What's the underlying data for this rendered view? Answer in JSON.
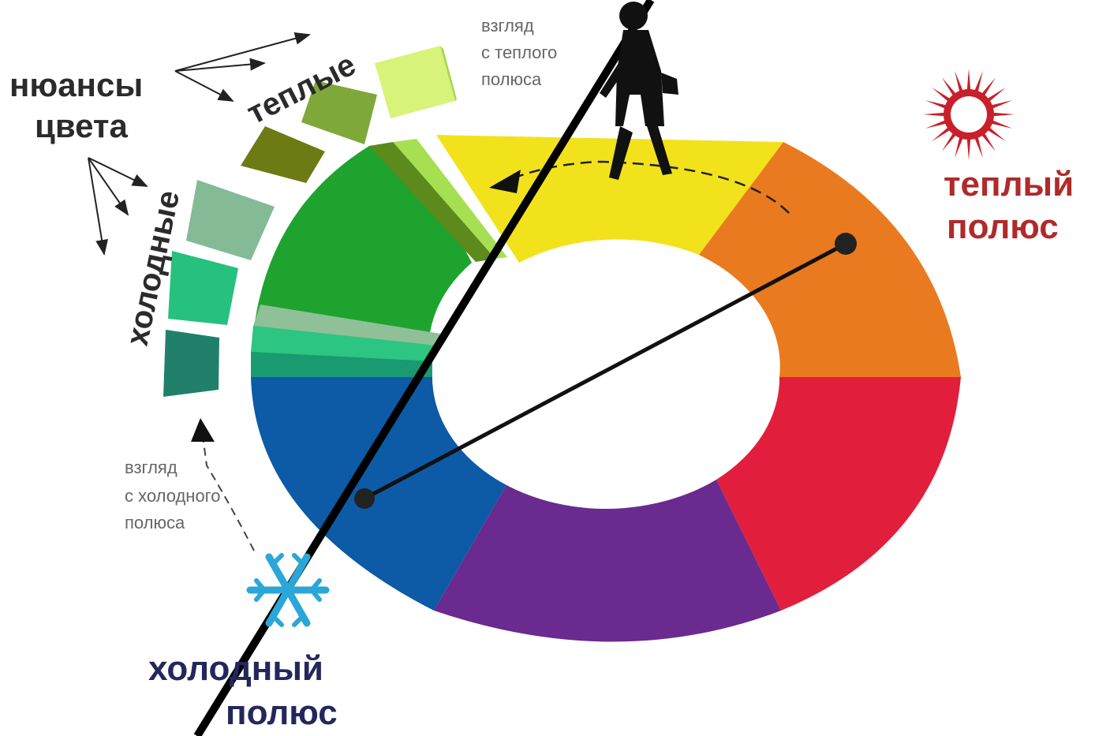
{
  "labels": {
    "nuances_line1": "нюансы",
    "nuances_line2": "цвета",
    "warm_arc": "теплые",
    "cold_arc": "холодные",
    "view_warm_1": "взгляд",
    "view_warm_2": "с теплого",
    "view_warm_3": "полюса",
    "view_cold_1": "взгляд",
    "view_cold_2": "с холодного",
    "view_cold_3": "полюса",
    "warm_pole_1": "теплый",
    "warm_pole_2": "полюс",
    "cold_pole_1": "холодный",
    "cold_pole_2": "полюс"
  },
  "colors": {
    "text_dark": "#2b2b2b",
    "warm_pole_text": "#b02a2a",
    "cold_pole_text": "#23275c",
    "sun": "#c8202a",
    "snowflake": "#2aa7d8",
    "wheel_yellow": "#f2e21c",
    "wheel_orange": "#ea7a1f",
    "wheel_red": "#e11f3c",
    "wheel_purple": "#6a2a8f",
    "wheel_blue": "#0d5aa6",
    "wheel_green": "#1ea32f"
  },
  "icons": [
    "sun-icon",
    "snowflake-icon",
    "walking-woman-icon",
    "arrow-icon"
  ]
}
